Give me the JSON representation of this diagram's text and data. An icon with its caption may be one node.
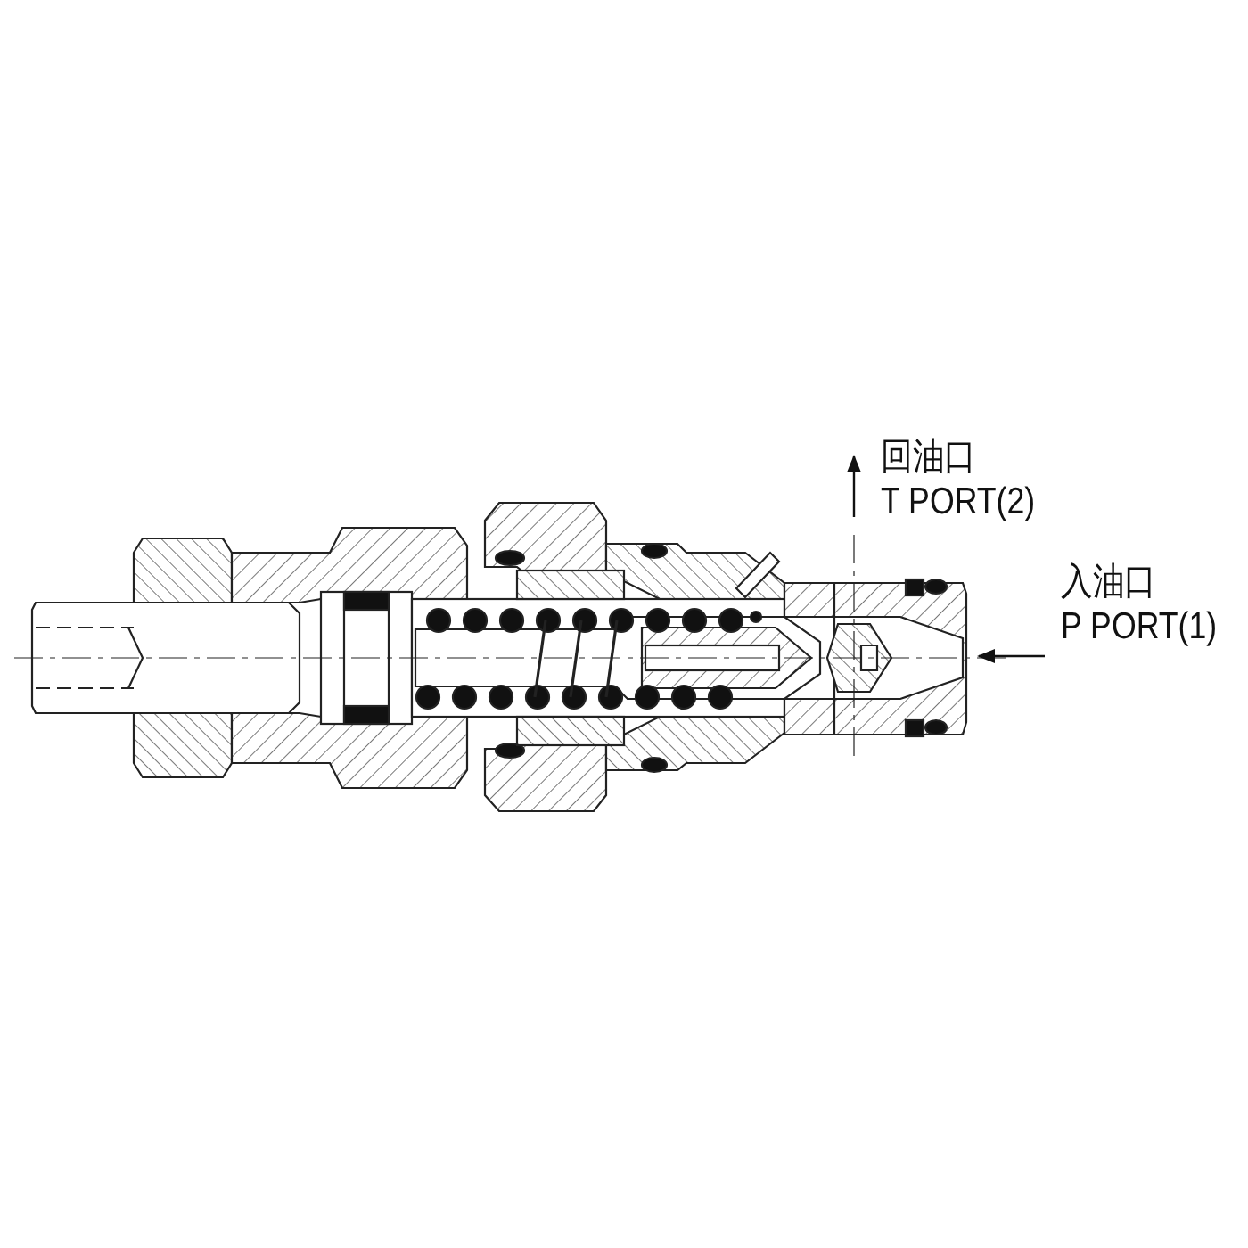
{
  "diagram": {
    "labels": [
      "回油口",
      "T PORT(2)",
      "入油口",
      "P PORT(1)"
    ]
  }
}
